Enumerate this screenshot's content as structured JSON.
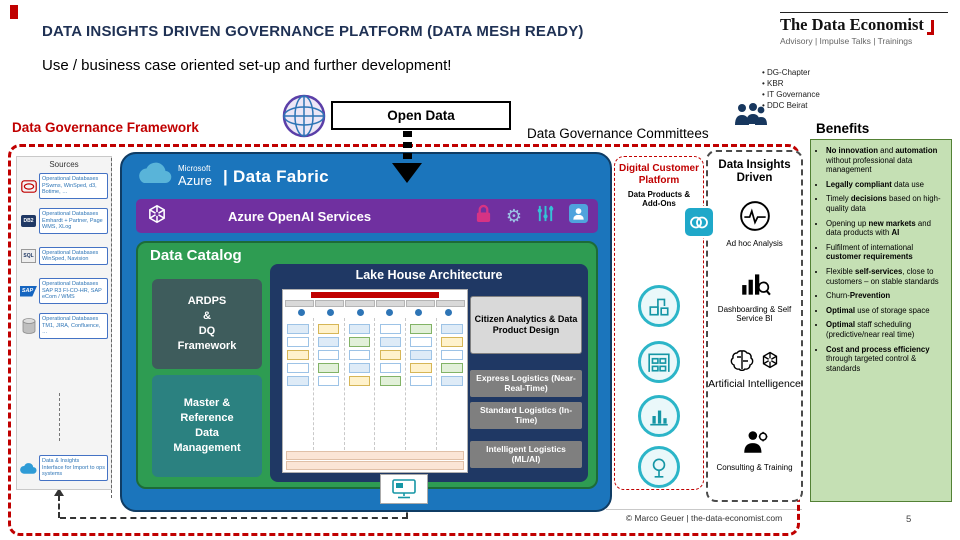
{
  "header": {
    "title": "DATA INSIGHTS DRIVEN GOVERNANCE PLATFORM (DATA MESH READY)",
    "subtitle": "Use / business case oriented set-up and further development!"
  },
  "logo": {
    "name": "The Data Economist",
    "tagline": "Advisory | Impulse Talks | Trainings"
  },
  "committees": {
    "label": "Data Governance Committees",
    "items": [
      "DG-Chapter",
      "KBR",
      "IT Governance",
      "DDC Beirat"
    ]
  },
  "open_data": {
    "label": "Open Data"
  },
  "framework": {
    "label": "Data Governance Framework"
  },
  "sources": {
    "title": "Sources",
    "items": [
      {
        "text": "Operational Databases<br>PSwms, WinSped, d3, Botime, &hellip;"
      },
      {
        "icon_label": "DB2",
        "text": "Operational Databases<br>Emhardt + Partner, Page WMS, XLog"
      },
      {
        "icon_label": "SQL",
        "text": "Operational Databases<br>WinSped, Navision"
      },
      {
        "icon_label": "SAP",
        "text": "Operational Databases<br>SAP R3 FI-CO-HR, SAP eCom / WMS"
      },
      {
        "text": "Operational Databases<br>TM1, JIRA, Confluence, &hellip;"
      }
    ],
    "interface_note": "Data &amp; Insights<br>Interface for Import to ops systems"
  },
  "azure": {
    "brand_top": "Microsoft",
    "brand_bottom": "Azure",
    "fabric_label": "| Data Fabric",
    "openai_services": "Azure OpenAI Services",
    "data_catalog": "Data Catalog",
    "ardps_html": "ARDPS<br>&amp;<br>DQ<br>Framework",
    "master_html": "Master &amp;<br>Reference<br>Data<br>Management",
    "lakehouse_title": "Lake House Architecture",
    "citizen": "Citizen Analytics & Data Product Design",
    "logistics": [
      "Express Logistics (Near-Real-Time)",
      "Standard Logistics (In-Time)",
      "Intelligent Logistics (ML/AI)"
    ]
  },
  "icons": {
    "gear": "⚙"
  },
  "dcp": {
    "title": "Digital Customer Platform",
    "subtitle": "Data Products & Add-Ons"
  },
  "insights": {
    "title": "Data Insights Driven",
    "items": [
      {
        "label": "Ad hoc Analysis"
      },
      {
        "label": "Dashboarding & Self Service BI"
      },
      {
        "label": "Artificial Intelligence"
      },
      {
        "label": "Consulting & Training"
      }
    ]
  },
  "benefits": {
    "title": "Benefits",
    "items": [
      "<b>No innovation</b> and <b>automation</b> without professional data management",
      "<b>Legally compliant</b> data use",
      "Timely <b>decisions</b> based on high-quality data",
      "Opening up <b>new markets</b> and data products with <b>AI</b>",
      "Fulfilment of international <b>customer requirements</b>",
      "Flexible <b>self-services</b>, close to customers &ndash; on stable standards",
      "Churn-<b>Prevention</b>",
      "<b>Optimal</b> use of storage space",
      "<b>Optimal</b> staff scheduling (predictive/near real time)",
      "<b>Cost and process efficiency</b> through targeted control &amp; standards"
    ]
  },
  "footer": {
    "copyright": "© Marco Geuer | the-data-economist.com",
    "page": "5"
  },
  "colors": {
    "accent_red": "#C00000",
    "azure_blue": "#1B75BC",
    "openai_purple": "#7030A0",
    "catalog_green": "#2E9C52",
    "lakehouse_navy": "#1F3864",
    "teal": "#2CB5C8",
    "benefits_green": "#C5E0B4"
  }
}
